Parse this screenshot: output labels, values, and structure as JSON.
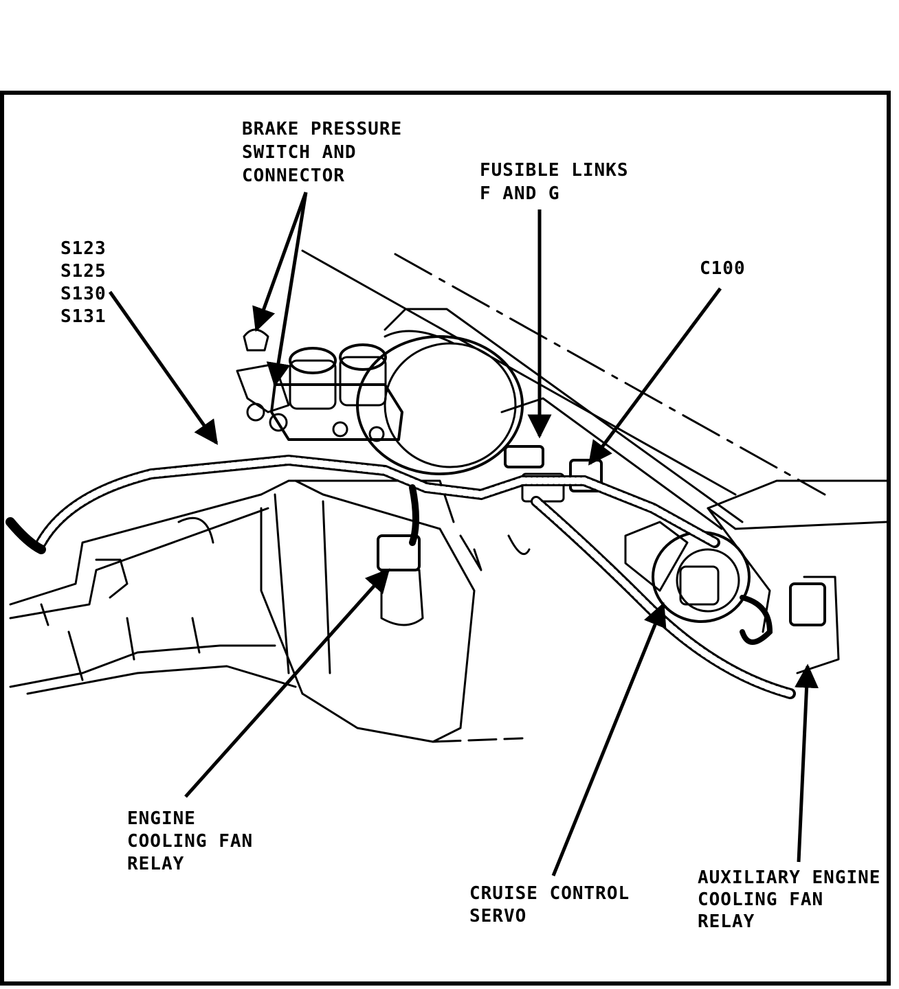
{
  "diagram": {
    "callouts": [
      {
        "id": "brake-pressure-switch",
        "lines": [
          "BRAKE PRESSURE",
          "SWITCH AND",
          "CONNECTOR"
        ]
      },
      {
        "id": "fusible-links",
        "lines": [
          "FUSIBLE LINKS",
          "F AND G"
        ]
      },
      {
        "id": "splices",
        "lines": [
          "S123",
          "S125",
          "S130",
          "S131"
        ]
      },
      {
        "id": "c100",
        "lines": [
          "C100"
        ]
      },
      {
        "id": "engine-cooling-fan-relay",
        "lines": [
          "ENGINE",
          "COOLING FAN",
          "RELAY"
        ]
      },
      {
        "id": "cruise-control-servo",
        "lines": [
          "CRUISE CONTROL",
          "SERVO"
        ]
      },
      {
        "id": "aux-engine-cooling-fan-relay",
        "lines": [
          "AUXILIARY ENGINE",
          "COOLING FAN",
          "RELAY"
        ]
      }
    ],
    "colors": {
      "ink": "#000000",
      "paper": "#ffffff"
    }
  }
}
